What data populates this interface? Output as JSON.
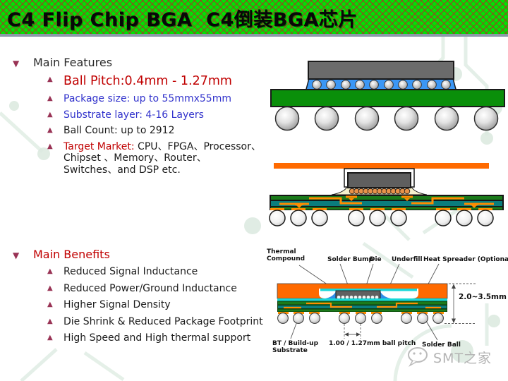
{
  "header": {
    "title": "C4 Flip Chip BGA  C4倒装BGA芯片"
  },
  "features": {
    "marker": "▼",
    "bullet": "▲",
    "title": "Main Features",
    "items": [
      {
        "text": "Ball Pitch:0.4mm - 1.27mm"
      },
      {
        "text": "Package size: up to 55mmx55mm"
      },
      {
        "text": "Substrate layer: 4-16 Layers"
      },
      {
        "text": "Ball Count: up to 2912"
      },
      {
        "lead": "Target Market:",
        "text": " CPU、FPGA、Processor、Chipset 、Memory、Router、 Switches、and DSP etc."
      }
    ]
  },
  "benefits": {
    "marker": "▼",
    "bullet": "▲",
    "title": "Main Benefits",
    "items": [
      {
        "text": "Reduced Signal Inductance"
      },
      {
        "text": "Reduced Power/Ground Inductance"
      },
      {
        "text": "Higher Signal Density"
      },
      {
        "text": "Die Shrink & Reduced Package Footprint"
      },
      {
        "text": "High Speed and High thermal support"
      }
    ]
  },
  "cross_section": {
    "labels": {
      "thermal_compound": "Thermal Compound",
      "solder_bump": "Solder Bump",
      "die": "Die",
      "underfill": "Underfill",
      "heat_spreader": "Heat Spreader (Optional)",
      "thickness": "2.0~3.5mm",
      "substrate": "BT / Build-up Substrate",
      "ball_pitch": "1.00 / 1.27mm ball pitch",
      "solder_ball": "Solder Ball"
    }
  },
  "watermark": {
    "text": "SMT之家"
  },
  "colors": {
    "banner_green": "#00e104",
    "banner_lattice": "#b34a32",
    "accent_red": "#c00000",
    "accent_blue": "#3233cc",
    "bullet_magenta": "#993355",
    "heat_spreader_orange": "#ff6a00",
    "substrate_green": "#0a8f0a",
    "underfill_blue": "#3b97f5",
    "thermal_cyan": "#17d8d8"
  }
}
